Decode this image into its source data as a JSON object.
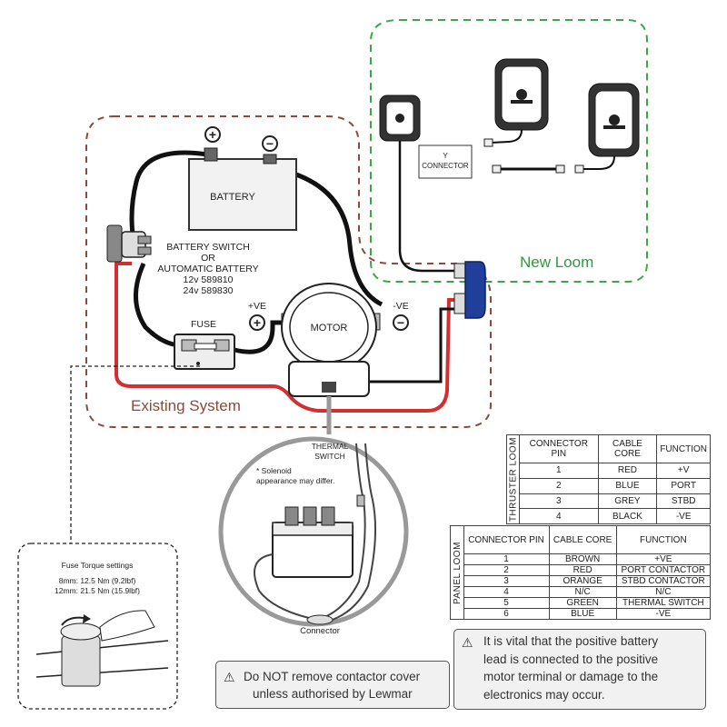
{
  "labels": {
    "battery": "BATTERY",
    "battery_switch": [
      "BATTERY SWITCH",
      "OR",
      "AUTOMATIC BATTERY",
      "12v 589810",
      "24v 589830"
    ],
    "fuse": "FUSE",
    "motor": "MOTOR",
    "pos_ve": "+VE",
    "neg_ve": "-VE",
    "y_connector": [
      "Y",
      "CONNECTOR"
    ],
    "new_loom": "New Loom",
    "existing_system": "Existing System",
    "thermal_switch": [
      "THERMAL",
      "SWITCH"
    ],
    "solenoid_note": [
      "* Solenoid",
      "appearance may differ."
    ],
    "connector": "Connector",
    "fuse_torque_title": "Fuse Torque settings",
    "fuse_torque_lines": [
      "8mm: 12.5 Nm (9.2lbf)",
      "12mm: 21.5 Nm (15.9lbf)"
    ]
  },
  "thruster_loom": {
    "side_label": "THRUSTER LOOM",
    "headers": [
      "CONNECTOR PIN",
      "CABLE CORE",
      "FUNCTION"
    ],
    "rows": [
      [
        "1",
        "RED",
        "+V"
      ],
      [
        "2",
        "BLUE",
        "PORT"
      ],
      [
        "3",
        "GREY",
        "STBD"
      ],
      [
        "4",
        "BLACK",
        "-VE"
      ]
    ]
  },
  "panel_loom": {
    "side_label": "PANEL LOOM",
    "headers": [
      "CONNECTOR PIN",
      "CABLE CORE",
      "FUNCTION"
    ],
    "rows": [
      [
        "1",
        "BROWN",
        "+VE"
      ],
      [
        "2",
        "RED",
        "PORT CONTACTOR"
      ],
      [
        "3",
        "ORANGE",
        "STBD CONTACTOR"
      ],
      [
        "4",
        "N/C",
        "N/C"
      ],
      [
        "5",
        "GREEN",
        "THERMAL SWITCH"
      ],
      [
        "6",
        "BLUE",
        "-VE"
      ]
    ]
  },
  "warnings": {
    "contactor": [
      "Do NOT remove contactor cover",
      "unless authorised by Lewmar"
    ],
    "battery_lead": [
      "It is vital that the positive battery",
      "lead is connected to the positive",
      "motor terminal or damage to the",
      "electronics may occur."
    ],
    "symbol": "⚠"
  },
  "colors": {
    "existing_dash": "#8b4a3a",
    "new_loom_dash": "#3aa845",
    "new_loom_text": "#2e9a3c",
    "positive_wire": "#d23030",
    "negative_wire": "#111111",
    "connector_blue": "#1f3f9a"
  }
}
